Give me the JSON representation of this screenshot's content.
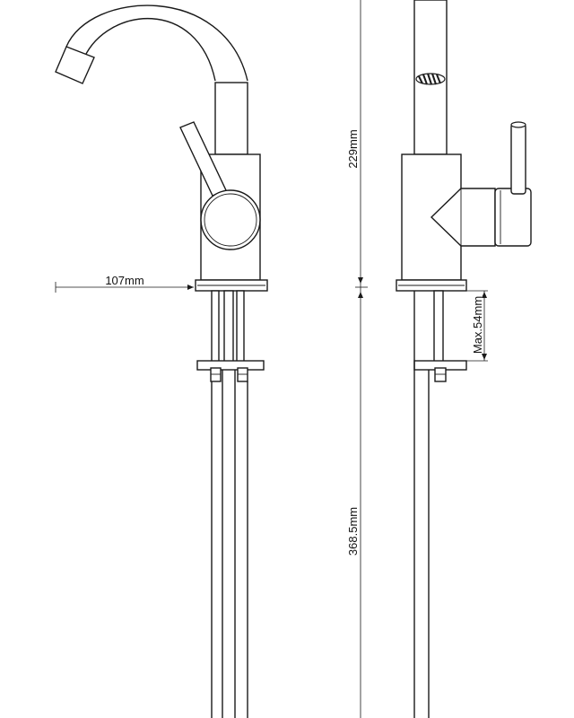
{
  "dimensions": {
    "spout_reach": "107mm",
    "tap_height": "229mm",
    "max_deck_thickness": "Max.54mm",
    "pipe_length": "368.5mm"
  }
}
